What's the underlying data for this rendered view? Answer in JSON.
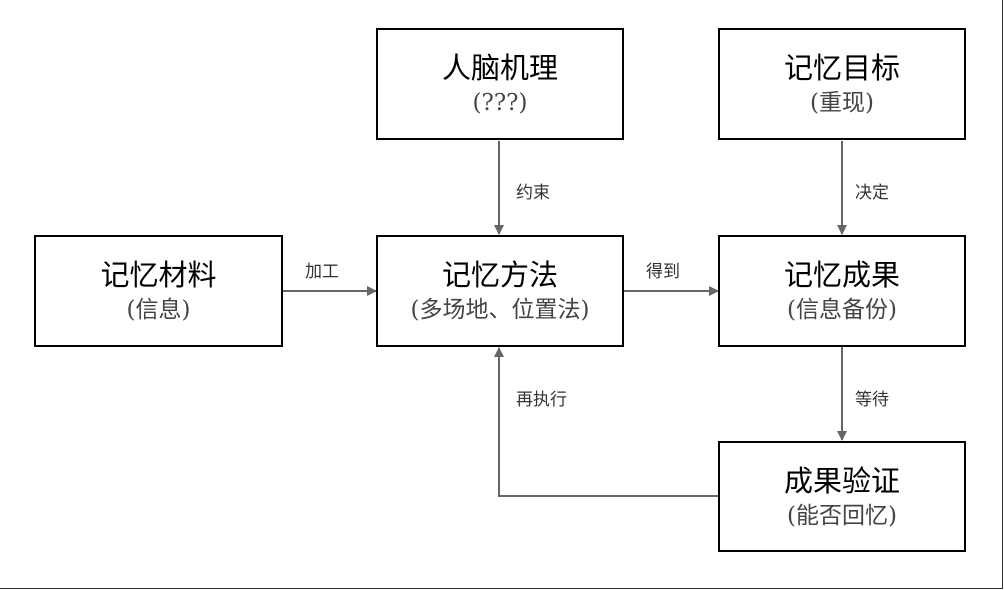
{
  "nodes": {
    "brain": {
      "title": "人脑机理",
      "sub": "(???)"
    },
    "goal": {
      "title": "记忆目标",
      "sub": "(重现)"
    },
    "material": {
      "title": "记忆材料",
      "sub": "(信息)"
    },
    "method": {
      "title": "记忆方法",
      "sub": "(多场地、位置法)"
    },
    "result": {
      "title": "记忆成果",
      "sub": "(信息备份)"
    },
    "verify": {
      "title": "成果验证",
      "sub": "(能否回忆)"
    }
  },
  "edges": {
    "constrain": "约束",
    "decide": "决定",
    "process": "加工",
    "obtain": "得到",
    "wait": "等待",
    "reexecute": "再执行"
  },
  "colors": {
    "box_border": "#000000",
    "arrow": "#666666",
    "text": "#000000",
    "subtext": "#444444"
  }
}
